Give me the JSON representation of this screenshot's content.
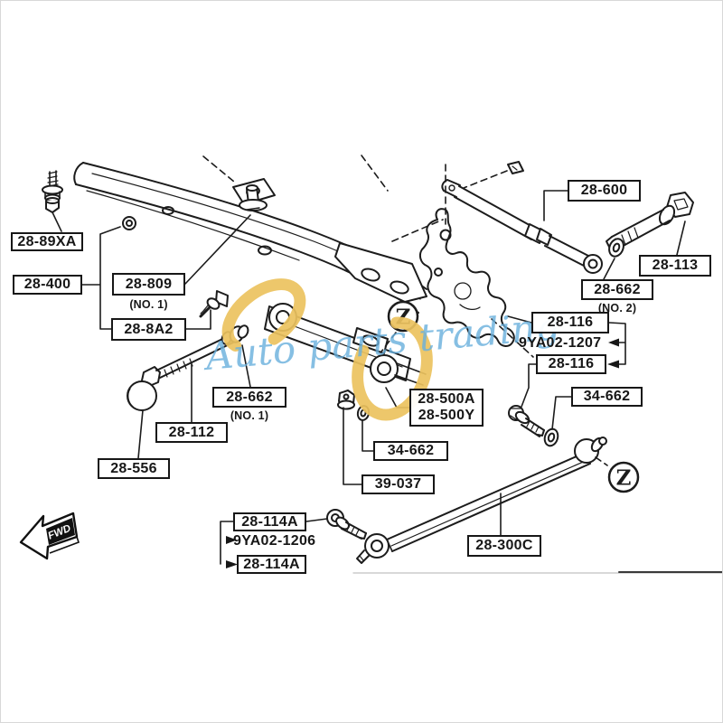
{
  "watermark": {
    "text": "Auto parts trading",
    "color": "#69b0dd"
  },
  "direction_arrow": {
    "label": "FWD"
  },
  "zone_markers": {
    "center": "Z",
    "right": "Z"
  },
  "colors": {
    "ink": "#1c1c1c",
    "highlight_yellow": "#ecc35f",
    "watermark_blue": "#69b0dd"
  },
  "part_labels": {
    "p28_89xa": {
      "text": "28-89XA"
    },
    "p28_400": {
      "text": "28-400"
    },
    "p28_809": {
      "text": "28-809",
      "note": "(NO. 1)"
    },
    "p28_8a2": {
      "text": "28-8A2"
    },
    "p28_662_no1": {
      "text": "28-662",
      "note": "(NO. 1)"
    },
    "p28_112": {
      "text": "28-112"
    },
    "p28_556": {
      "text": "28-556"
    },
    "p28_600": {
      "text": "28-600"
    },
    "p28_113": {
      "text": "28-113"
    },
    "p28_662_no2": {
      "text": "28-662",
      "note": "(NO. 2)"
    },
    "p28_116_a": {
      "text": "28-116"
    },
    "p9ya02_1207": {
      "text": "9YA02-1207"
    },
    "p28_116_b": {
      "text": "28-116"
    },
    "p34_662_right": {
      "text": "34-662"
    },
    "p28_500": {
      "line1": "28-500A",
      "line2": "28-500Y"
    },
    "p34_662_left": {
      "text": "34-662"
    },
    "p39_037": {
      "text": "39-037"
    },
    "p28_114a_top": {
      "text": "28-114A"
    },
    "p9ya02_1206": {
      "text": "9YA02-1206"
    },
    "p28_114a_bottom": {
      "text": "28-114A"
    },
    "p28_300c": {
      "text": "28-300C"
    }
  }
}
